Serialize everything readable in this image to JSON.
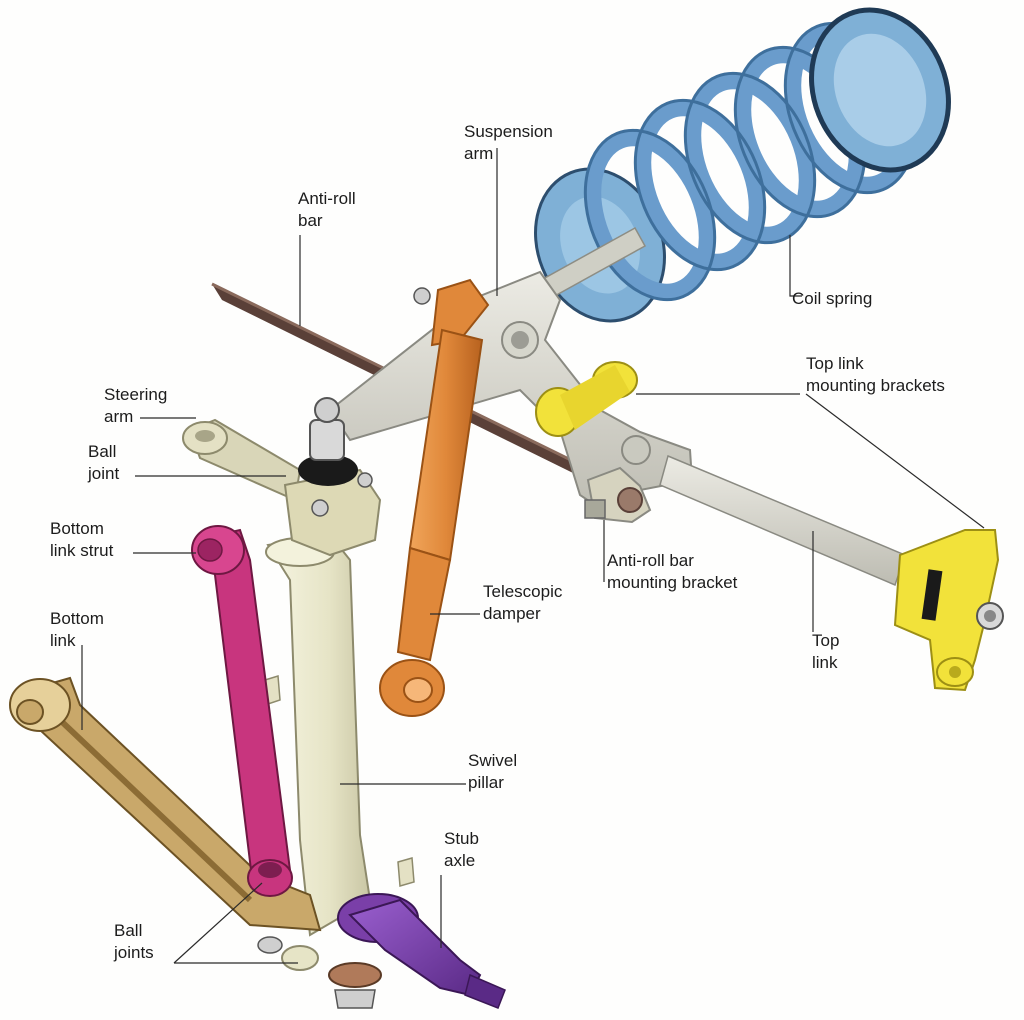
{
  "labels": {
    "suspension_arm": [
      "Suspension",
      "arm"
    ],
    "anti_roll_bar": [
      "Anti-roll",
      "bar"
    ],
    "coil_spring": "Coil spring",
    "top_link_brackets": [
      "Top link",
      "mounting brackets"
    ],
    "steering_arm": [
      "Steering",
      "arm"
    ],
    "ball_joint": [
      "Ball",
      "joint"
    ],
    "bottom_link_strut": [
      "Bottom",
      "link strut"
    ],
    "bottom_link": [
      "Bottom",
      "link"
    ],
    "anti_roll_bar_bracket": [
      "Anti-roll bar",
      "mounting bracket"
    ],
    "telescopic_damper": [
      "Telescopic",
      "damper"
    ],
    "top_link": [
      "Top",
      "link"
    ],
    "swivel_pillar": [
      "Swivel",
      "pillar"
    ],
    "stub_axle": [
      "Stub",
      "axle"
    ],
    "ball_joints": [
      "Ball",
      "joints"
    ]
  },
  "colors": {
    "spring": "#7fb0d6",
    "spring_dark": "#3e6f9c",
    "damper": "#e0883a",
    "strut": "#c8357e",
    "top_bracket": "#f2e23a",
    "bottom_link": "#c9a86a",
    "stub_axle": "#7a3fa8",
    "pillar": "#ecebd2",
    "anti_roll_bar": "#5a4038"
  }
}
